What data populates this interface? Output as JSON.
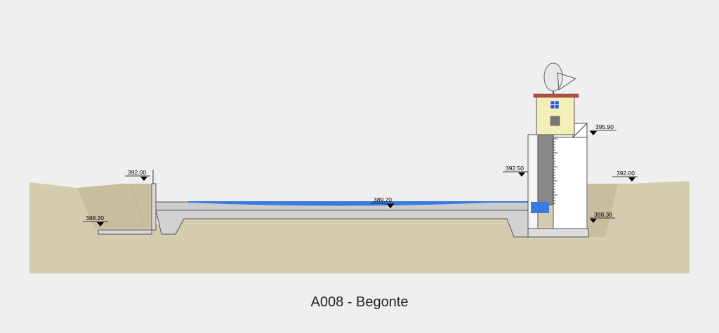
{
  "caption": "A008 - Begonte",
  "levels": {
    "left_bank_top": "392.00",
    "left_channel_bottom": "388.20",
    "water_level": "389.70",
    "gauge_wall_top": "392.50",
    "tower_top": "395.90",
    "right_bank_top": "392.00",
    "right_foundation": "388.38"
  },
  "icons": {
    "antenna": "satellite-dish-icon",
    "level_marker": "triangle-down-icon"
  },
  "colors": {
    "background": "#efefef",
    "soil": "#d5cbaf",
    "concrete": "#c9c9c9",
    "water": "#3a7be0",
    "hut": "#f3efb6",
    "roof": "#b94a3c"
  }
}
